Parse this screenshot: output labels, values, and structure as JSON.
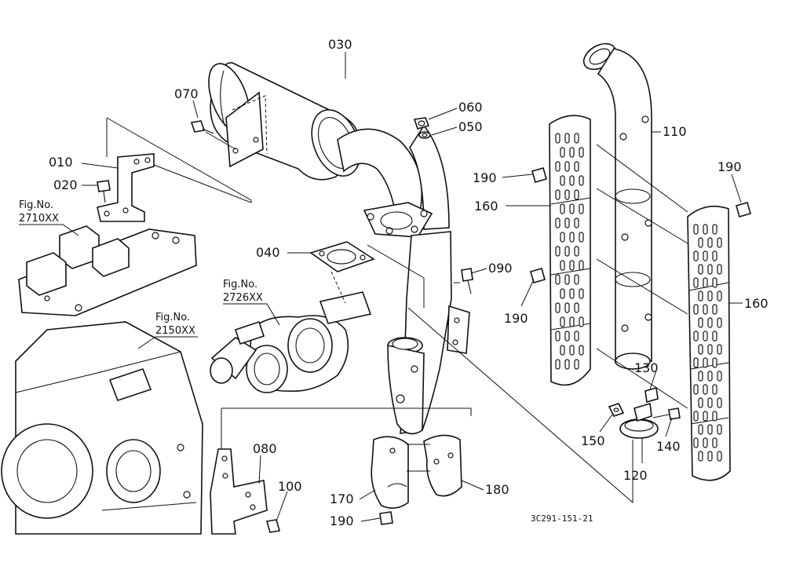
{
  "callouts": {
    "p010": "010",
    "p020": "020",
    "p030": "030",
    "p040": "040",
    "p050": "050",
    "p060": "060",
    "p070": "070",
    "p080": "080",
    "p090": "090",
    "p100": "100",
    "p110": "110",
    "p120": "120",
    "p130": "130",
    "p140": "140",
    "p150": "150",
    "p160a": "160",
    "p160b": "160",
    "p170": "170",
    "p180": "180",
    "p190a": "190",
    "p190b": "190",
    "p190c": "190",
    "p190d": "190"
  },
  "figure_refs": {
    "f2710_a": "Fig.No.",
    "f2710_b": "2710XX",
    "f2726_a": "Fig.No.",
    "f2726_b": "2726XX",
    "f2150_a": "Fig.No.",
    "f2150_b": "2150XX"
  },
  "diagram_code": "3C291-151-21"
}
